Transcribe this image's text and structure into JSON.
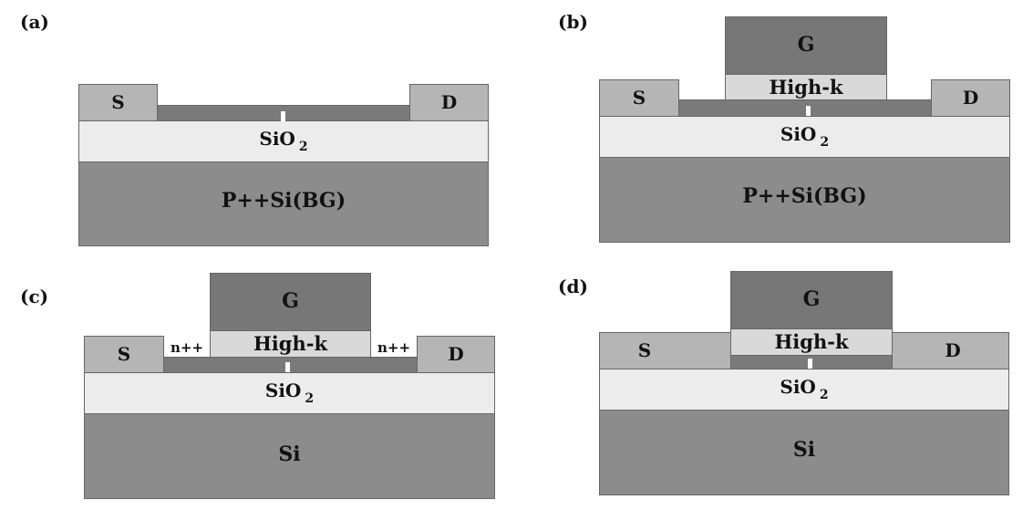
{
  "colors": {
    "substrate": "#8c8c8c",
    "oxide": "#ececec",
    "contact": "#b5b5b5",
    "channel": "#7a7a7a",
    "gate": "#777777",
    "highk": "#d9d9d9",
    "marker": "#ffffff"
  },
  "panels": {
    "a": {
      "label": "(a)",
      "source": "S",
      "drain": "D",
      "oxide": "SiO",
      "oxide_sub": "2",
      "substrate": "P++Si(BG)"
    },
    "b": {
      "label": "(b)",
      "gate": "G",
      "dielectric": "High-k",
      "source": "S",
      "drain": "D",
      "oxide": "SiO",
      "oxide_sub": "2",
      "substrate": "P++Si(BG)"
    },
    "c": {
      "label": "(c)",
      "gate": "G",
      "dielectric": "High-k",
      "source": "S",
      "drain": "D",
      "doping_left": "n++",
      "doping_right": "n++",
      "oxide": "SiO",
      "oxide_sub": "2",
      "substrate": "Si"
    },
    "d": {
      "label": "(d)",
      "gate": "G",
      "dielectric": "High-k",
      "source": "S",
      "drain": "D",
      "oxide": "SiO",
      "oxide_sub": "2",
      "substrate": "Si"
    }
  }
}
